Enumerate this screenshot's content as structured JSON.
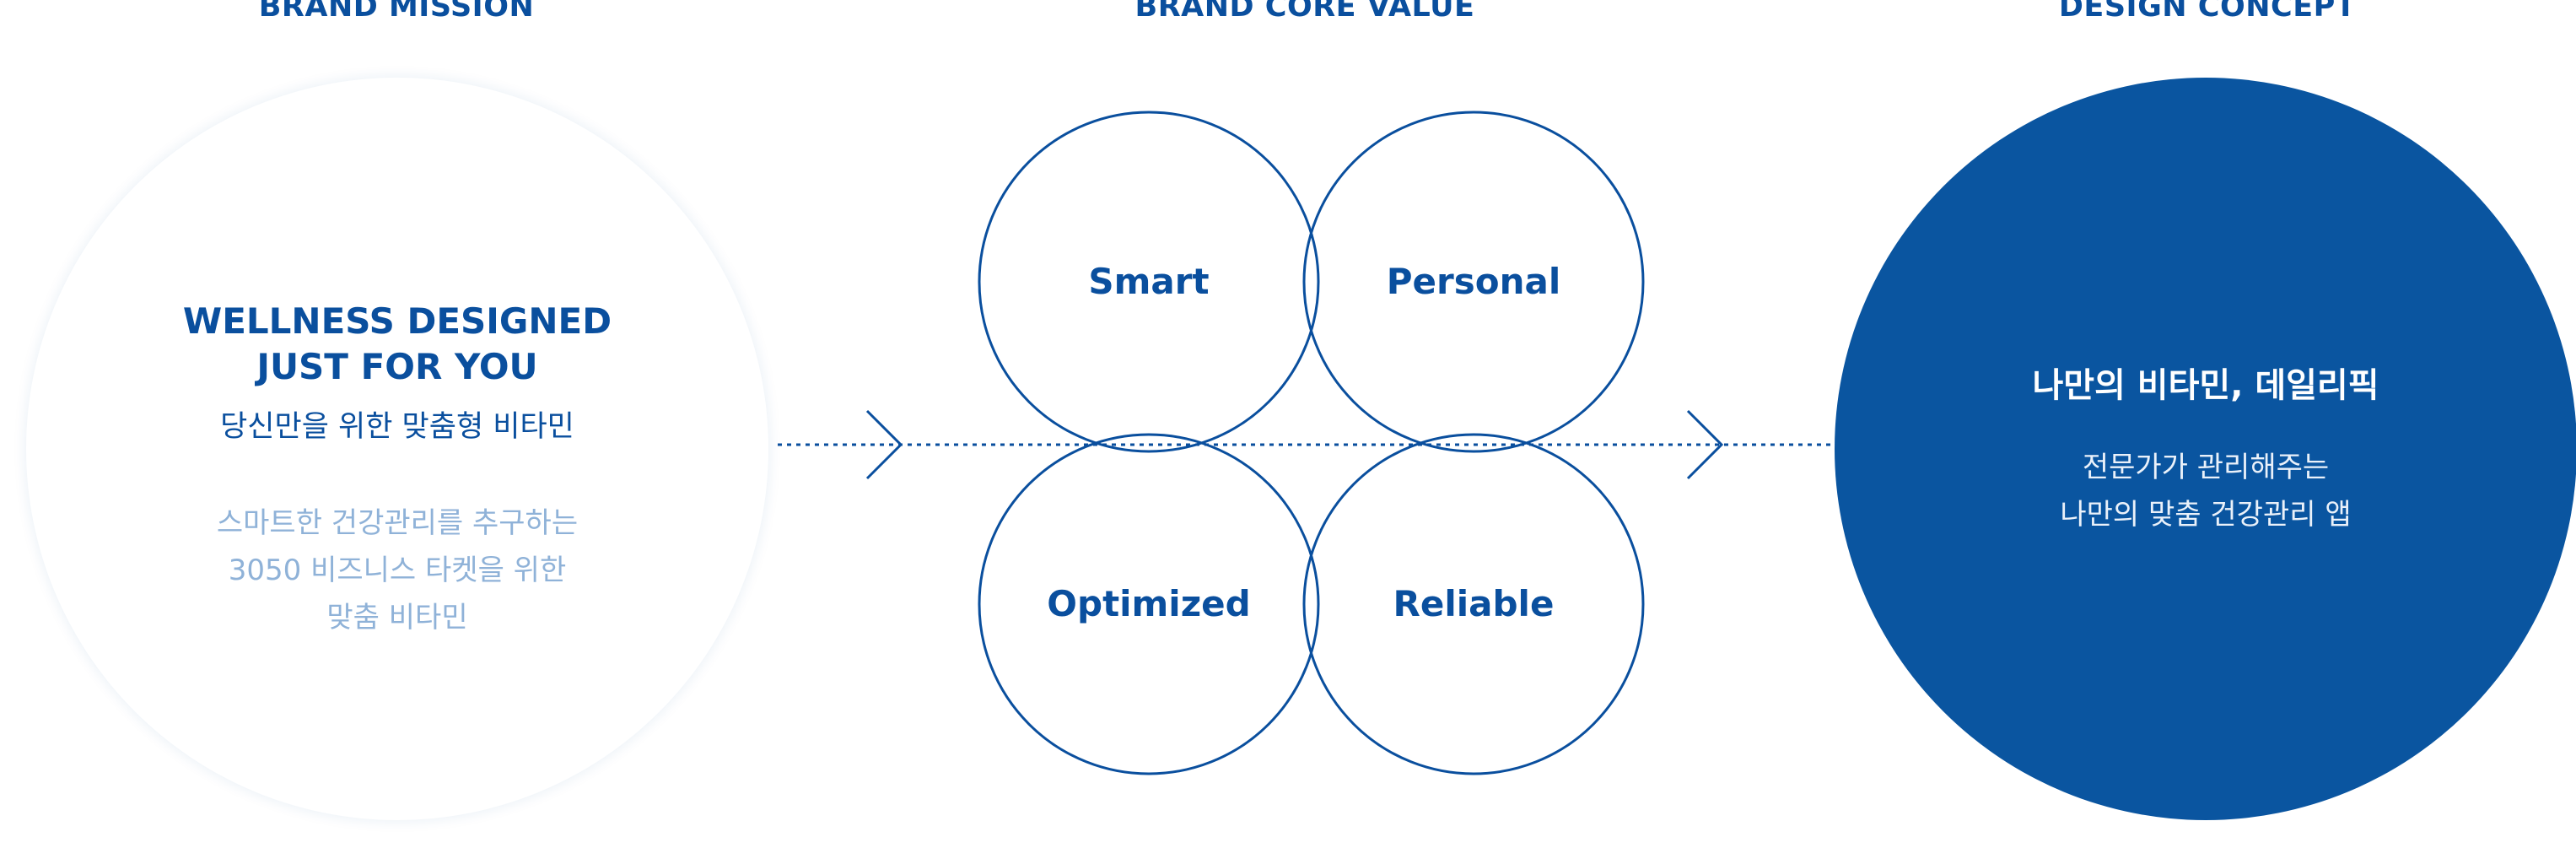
{
  "brand_mission": {
    "heading": "BRAND MISSION",
    "title_line1": "WELLNESS DESIGNED",
    "title_line2": "JUST FOR YOU",
    "subtitle": "당신만을 위한 맞춤형 비타민",
    "description_lines": [
      "스마트한 건강관리를 추구하는",
      "3050 비즈니스 타켓을 위한",
      "맞춤 비타민"
    ]
  },
  "brand_core_value": {
    "heading": "BRAND CORE VALUE",
    "values": [
      "Smart",
      "Personal",
      "Optimized",
      "Reliable"
    ]
  },
  "design_concept": {
    "heading": "DESIGN CONCEPT",
    "title": "나만의 비타민, 데일리픽",
    "description_lines": [
      "전문가가 관리해주는",
      "나만의 맞춤 건강관리 앱"
    ]
  },
  "colors": {
    "brand_blue": "#0a4f9e",
    "concept_fill": "#0a55a0",
    "muted_text": "#8fb2d8",
    "white": "#ffffff"
  }
}
